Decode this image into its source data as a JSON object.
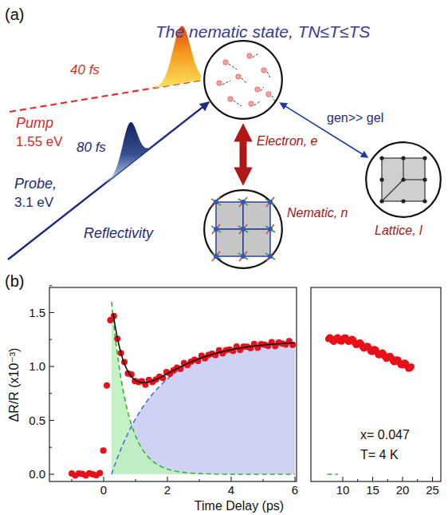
{
  "diagram": {
    "nodes": [
      {
        "text": [
          "Electron, e"
        ]
      },
      {
        "text": [
          "Lattice, l"
        ]
      },
      {
        "text": [
          "Nematic, n"
        ]
      }
    ],
    "edges": [
      {
        "from": 0,
        "to": 2,
        "arrow": "both"
      },
      {
        "from": 0,
        "to": 1,
        "arrow": "both"
      }
    ],
    "labels": [
      "(a)",
      "The nematic state, TN≤T≤TS",
      "40 fs",
      "Pump",
      "1.55 eV",
      "80 fs",
      "Probe,",
      "3.1 eV",
      "Reflectivity",
      "gen>> gel",
      "(b)",
      "ΔR/R (x10⁻³)",
      "1.5",
      "1.0",
      "0.5",
      "0.0",
      "0",
      "2",
      "4",
      "6",
      "10",
      "15",
      "20",
      "25",
      "Time Delay (ps)",
      "x= 0.047",
      "T= 4 K"
    ]
  }
}
